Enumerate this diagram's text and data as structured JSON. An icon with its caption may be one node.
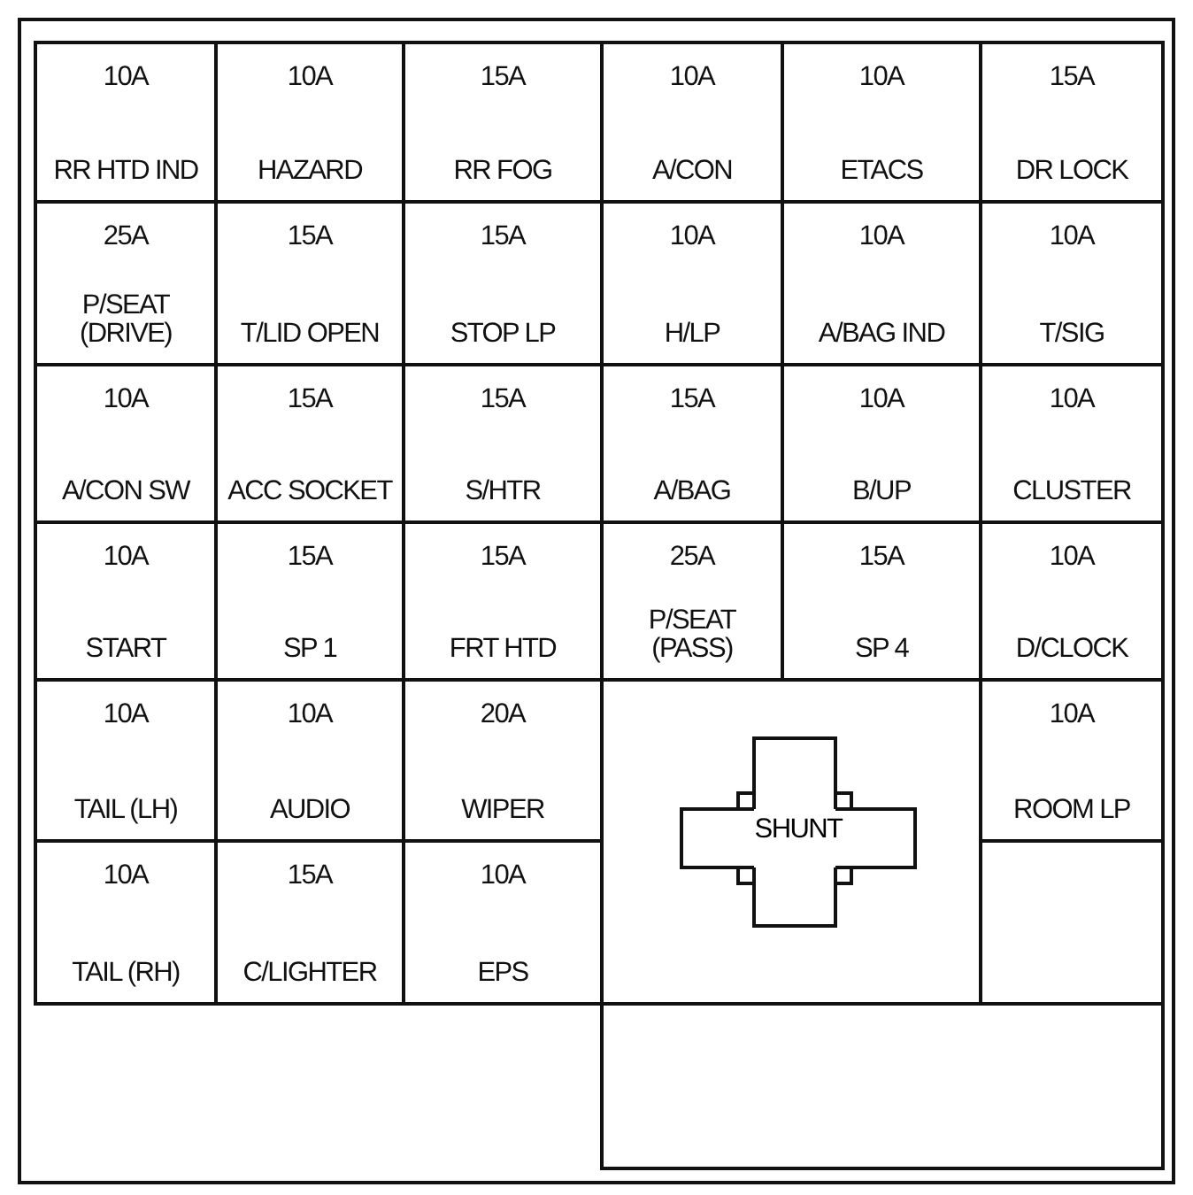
{
  "diagram": {
    "nodes": [
      {
        "text": [
          "10A",
          "RR HTD IND"
        ]
      },
      {
        "text": [
          "10A",
          "HAZARD"
        ]
      },
      {
        "text": [
          "15A",
          "RR FOG"
        ]
      },
      {
        "text": [
          "10A",
          "A/CON"
        ]
      },
      {
        "text": [
          "10A",
          "ETACS"
        ]
      },
      {
        "text": [
          "15A",
          "DR LOCK"
        ]
      },
      {
        "text": [
          "25A",
          "P/SEAT (DRIVE)"
        ]
      },
      {
        "text": [
          "15A",
          "T/LID OPEN"
        ]
      },
      {
        "text": [
          "15A",
          "STOP LP"
        ]
      },
      {
        "text": [
          "10A",
          "H/LP"
        ]
      },
      {
        "text": [
          "10A",
          "A/BAG IND"
        ]
      },
      {
        "text": [
          "10A",
          "T/SIG"
        ]
      },
      {
        "text": [
          "10A",
          "A/CON SW"
        ]
      },
      {
        "text": [
          "15A",
          "ACC SOCKET"
        ]
      },
      {
        "text": [
          "15A",
          "S/HTR"
        ]
      },
      {
        "text": [
          "15A",
          "A/BAG"
        ]
      },
      {
        "text": [
          "10A",
          "B/UP"
        ]
      },
      {
        "text": [
          "10A",
          "CLUSTER"
        ]
      },
      {
        "text": [
          "10A",
          "START"
        ]
      },
      {
        "text": [
          "15A",
          "SP 1"
        ]
      },
      {
        "text": [
          "15A",
          "FRT HTD"
        ]
      },
      {
        "text": [
          "25A",
          "P/SEAT (PASS)"
        ]
      },
      {
        "text": [
          "15A",
          "SP 4"
        ]
      },
      {
        "text": [
          "10A",
          "D/CLOCK"
        ]
      },
      {
        "text": [
          "10A",
          "TAIL (LH)"
        ]
      },
      {
        "text": [
          "10A",
          "AUDIO"
        ]
      },
      {
        "text": [
          "20A",
          "WIPER"
        ]
      },
      {
        "text": [],
        "shape": "box"
      },
      {
        "text": [
          "SHUNT"
        ],
        "in": 27
      },
      {
        "text": [
          "10A",
          "ROOM LP"
        ]
      },
      {
        "text": [
          "10A",
          "TAIL (RH)"
        ]
      },
      {
        "text": [
          "15A",
          "C/LIGHTER"
        ]
      },
      {
        "text": [
          "10A",
          "EPS"
        ]
      },
      {
        "text": [],
        "shape": "box"
      },
      {
        "text": [],
        "shape": "box"
      }
    ]
  }
}
